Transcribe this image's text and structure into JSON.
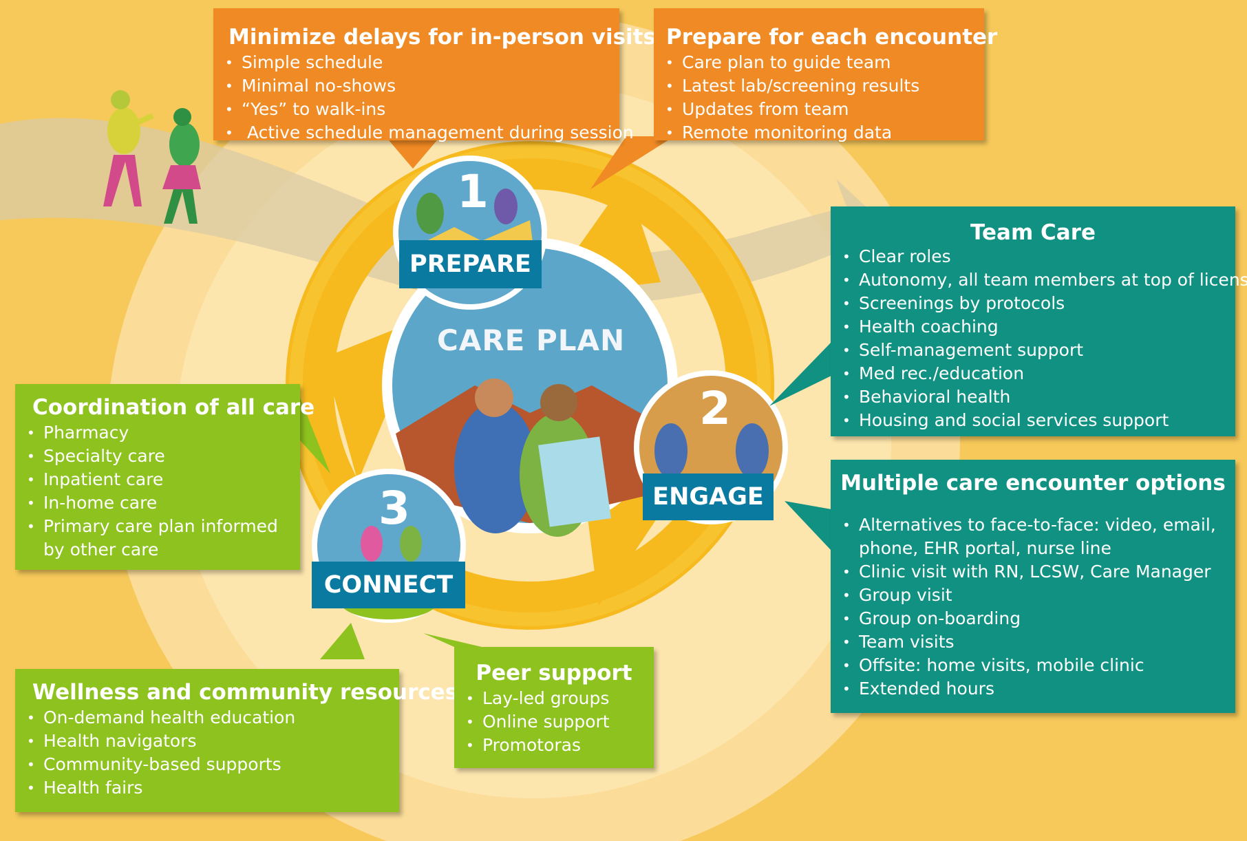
{
  "stages": {
    "prepare": {
      "number": "1",
      "label": "PREPARE"
    },
    "engage": {
      "number": "2",
      "label": "ENGAGE"
    },
    "connect": {
      "number": "3",
      "label": "CONNECT"
    }
  },
  "center": {
    "title": "CARE PLAN"
  },
  "boxes": {
    "minimize": {
      "title": "Minimize delays for in-person visits",
      "items": [
        "Simple schedule",
        "Minimal no-shows",
        "“Yes” to walk-ins",
        " Active schedule management during session"
      ]
    },
    "prepare_enc": {
      "title": "Prepare for each encounter",
      "items": [
        "Care plan to guide team",
        "Latest lab/screening results",
        "Updates from team",
        "Remote monitoring data"
      ]
    },
    "team_care": {
      "title": "Team Care",
      "items": [
        "Clear roles",
        "Autonomy, all team members at top of license",
        "Screenings by protocols",
        "Health coaching",
        "Self-management support",
        "Med rec./education",
        "Behavioral health",
        "Housing and social services support"
      ]
    },
    "multiple": {
      "title": "Multiple care encounter options",
      "items": [
        "Alternatives to face-to-face: video, email,",
        "phone, EHR portal, nurse line",
        "Clinic visit with RN, LCSW, Care Manager",
        "Group visit",
        "Group on-boarding",
        "Team visits",
        "Offsite: home visits, mobile clinic",
        "Extended hours"
      ]
    },
    "coordination": {
      "title": "Coordination of all care",
      "items": [
        "Pharmacy",
        "Specialty care",
        "Inpatient care",
        "In-home care",
        "Primary care plan informed",
        "by other care"
      ]
    },
    "wellness": {
      "title": "Wellness and community resources",
      "items": [
        "On-demand health education",
        "Health navigators",
        "Community-based supports",
        "Health fairs"
      ]
    },
    "peer": {
      "title": "Peer support",
      "items": [
        "Lay-led groups",
        "Online support",
        "Promotoras"
      ]
    }
  },
  "colors": {
    "orange": "#f08a24",
    "teal": "#119182",
    "green": "#8dc21f",
    "label_blue": "#0a7aa0",
    "background": "#f7c95a"
  }
}
